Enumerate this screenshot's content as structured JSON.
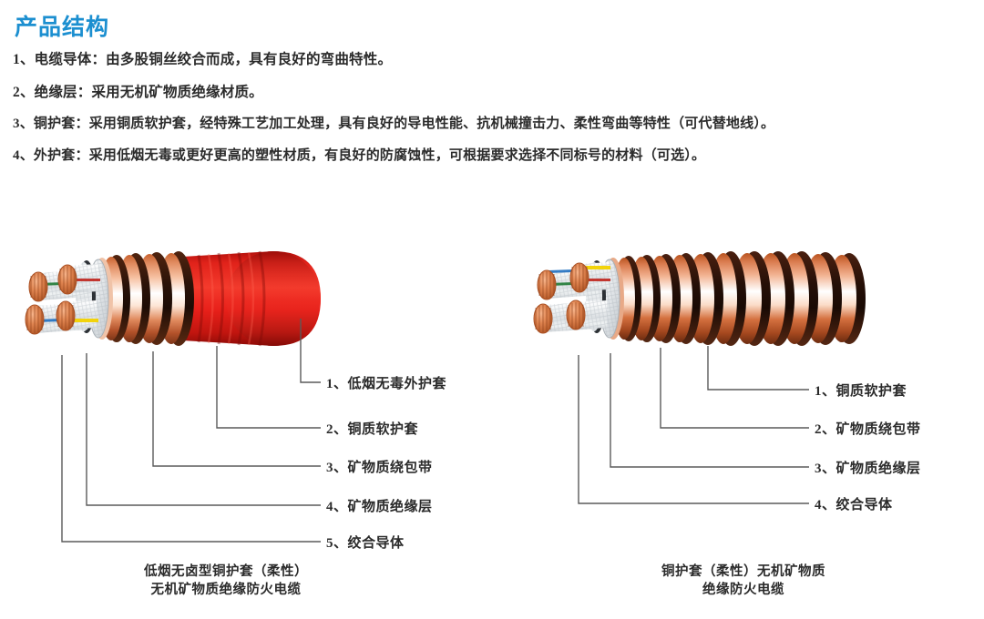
{
  "page": {
    "title": "产品结构",
    "title_color": "#1c8fd0",
    "background": "#ffffff",
    "text_color": "#2b2b2b"
  },
  "intro": {
    "lines": [
      "1、电缆导体：由多股铜丝绞合而成，具有良好的弯曲特性。",
      "2、绝缘层：采用无机矿物质绝缘材质。",
      "3、铜护套：采用铜质软护套，经特殊工艺加工处理，具有良好的导电性能、抗机械撞击力、柔性弯曲等特性（可代替地线）。",
      "4、外护套：采用低烟无毒或更好更高的塑性材质，有良好的防腐蚀性，可根据要求选择不同标号的材料（可选）。"
    ]
  },
  "figures": [
    {
      "id": "low-smoke-halogen-free-copper-sheath-cable",
      "labels": [
        "1、低烟无毒外护套",
        "2、铜质软护套",
        "3、矿物质绕包带",
        "4、矿物质绝缘层",
        "5、绞合导体"
      ],
      "caption": [
        "低烟无卤型铜护套（柔性）",
        "无机矿物质绝缘防火电缆"
      ],
      "colors": {
        "outer_jacket": "#e8201a",
        "copper_sheath": "#e08a62",
        "copper_conductor": "#d97843",
        "insulation": "#e9ecee",
        "core_stripe_green": "#1f7a34",
        "core_stripe_red": "#c0241c",
        "core_stripe_blue": "#1f6fc0",
        "core_stripe_yellow": "#f2d200"
      }
    },
    {
      "id": "copper-sheath-flexible-mineral-insulated-cable",
      "labels": [
        "1、铜质软护套",
        "2、矿物质绕包带",
        "3、矿物质绝缘层",
        "4、绞合导体"
      ],
      "caption": [
        "铜护套（柔性）无机矿物质",
        "绝缘防火电缆"
      ],
      "colors": {
        "copper_sheath": "#d4623a",
        "copper_conductor": "#d97843",
        "insulation": "#e9ecee",
        "core_stripe_green": "#1f7a34",
        "core_stripe_red": "#c0241c",
        "core_stripe_blue": "#1f6fc0",
        "core_stripe_yellow": "#f2d200"
      }
    }
  ],
  "leader_line_color": "#5a5a5a"
}
